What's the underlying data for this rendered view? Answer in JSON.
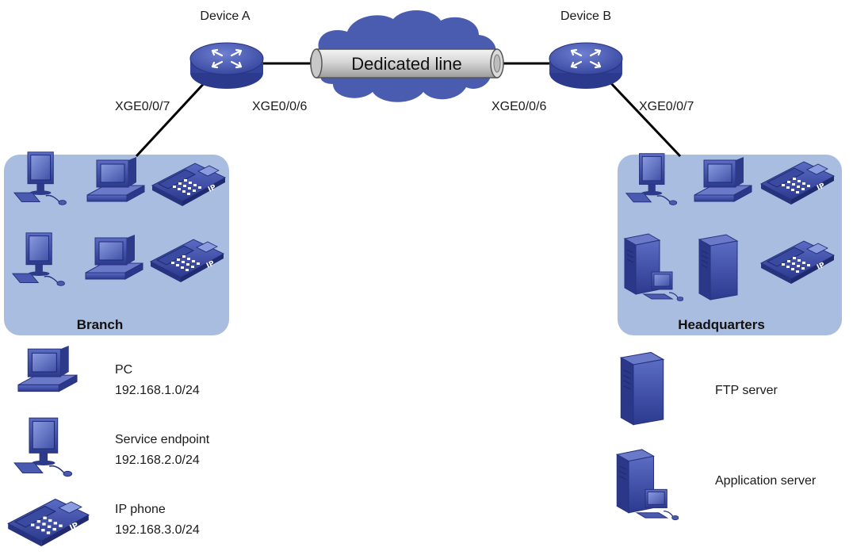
{
  "devices": {
    "device_a": "Device A",
    "device_b": "Device B"
  },
  "link": {
    "dedicated_line": "Dedicated line"
  },
  "interfaces": {
    "a_xge7": "XGE0/0/7",
    "a_xge6": "XGE0/0/6",
    "b_xge6": "XGE0/0/6",
    "b_xge7": "XGE0/0/7"
  },
  "sites": {
    "branch": "Branch",
    "headquarters": "Headquarters"
  },
  "legend_left": [
    {
      "name": "PC",
      "subnet": "192.168.1.0/24"
    },
    {
      "name": "Service endpoint",
      "subnet": "192.168.2.0/24"
    },
    {
      "name": "IP phone",
      "subnet": "192.168.3.0/24"
    }
  ],
  "legend_right": [
    {
      "name": "FTP server"
    },
    {
      "name": "Application server"
    }
  ],
  "icons": {
    "router": "router-icon",
    "cloud": "cloud-icon",
    "pc": "pc-icon",
    "endpoint": "service-endpoint-icon",
    "phone": "ip-phone-icon",
    "ftp": "ftp-server-icon",
    "app": "application-server-icon"
  },
  "colors": {
    "device_blue": "#3a4ba6",
    "site_fill": "#a9bde0",
    "cloud": "#4a5cb0",
    "line": "#000000"
  }
}
